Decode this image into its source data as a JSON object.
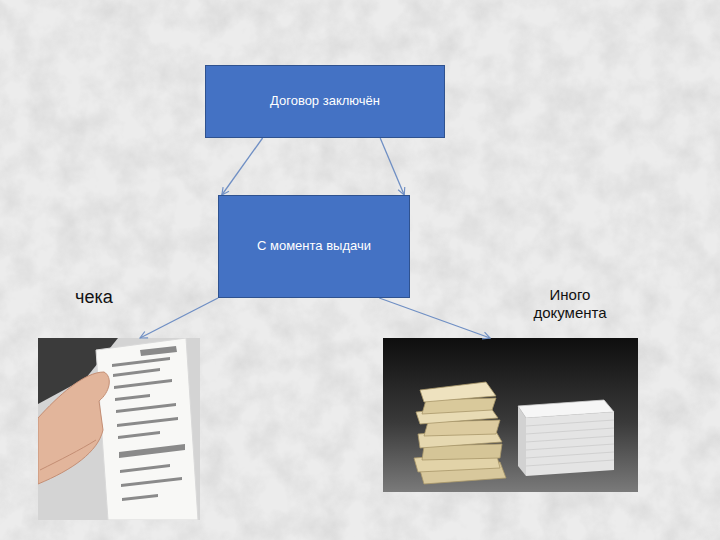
{
  "diagram": {
    "nodes": [
      {
        "text": [
          "Договор заключён"
        ]
      },
      {
        "text": [
          "С момента выдачи"
        ]
      },
      {
        "text": [
          "чека"
        ]
      },
      {
        "text": [
          "Иного документа"
        ]
      }
    ],
    "edges": [
      {
        "from": 0,
        "to": 1,
        "arrow": "to"
      },
      {
        "from": 0,
        "to": 1,
        "arrow": "to"
      },
      {
        "from": 1,
        "to": 2,
        "arrow": "to"
      },
      {
        "from": 1,
        "to": 3,
        "arrow": "to"
      }
    ]
  }
}
